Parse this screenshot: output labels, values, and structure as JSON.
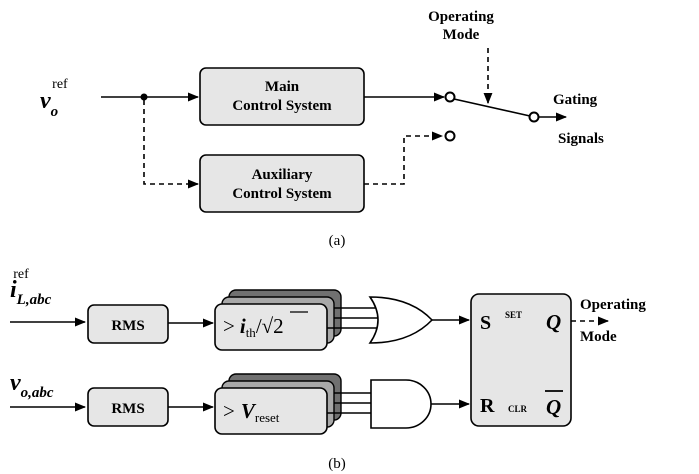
{
  "part_a": {
    "input": {
      "symbol": "v",
      "sub": "o",
      "sup": "ref"
    },
    "main_block": [
      "Main",
      "Control System"
    ],
    "aux_block": [
      "Auxiliary",
      "Control System"
    ],
    "mode_label": [
      "Operating",
      "Mode"
    ],
    "output_label": [
      "Gating",
      "Signals"
    ],
    "caption": "(a)"
  },
  "part_b": {
    "input1": {
      "symbol": "i",
      "sub": "L,abc",
      "sup": "ref"
    },
    "input2": {
      "symbol": "v",
      "sub": "o,abc"
    },
    "rms_label": "RMS",
    "cmp1": {
      "gt": ">",
      "var": "i",
      "sub": "th",
      "div": "/√2"
    },
    "cmp2": {
      "gt": ">",
      "var": "V",
      "sub": "reset"
    },
    "ff": {
      "s": "S",
      "r": "R",
      "set": "SET",
      "clr": "CLR",
      "q": "Q",
      "qbar": "Q"
    },
    "output_label": [
      "Operating",
      "Mode"
    ],
    "caption": "(b)"
  }
}
